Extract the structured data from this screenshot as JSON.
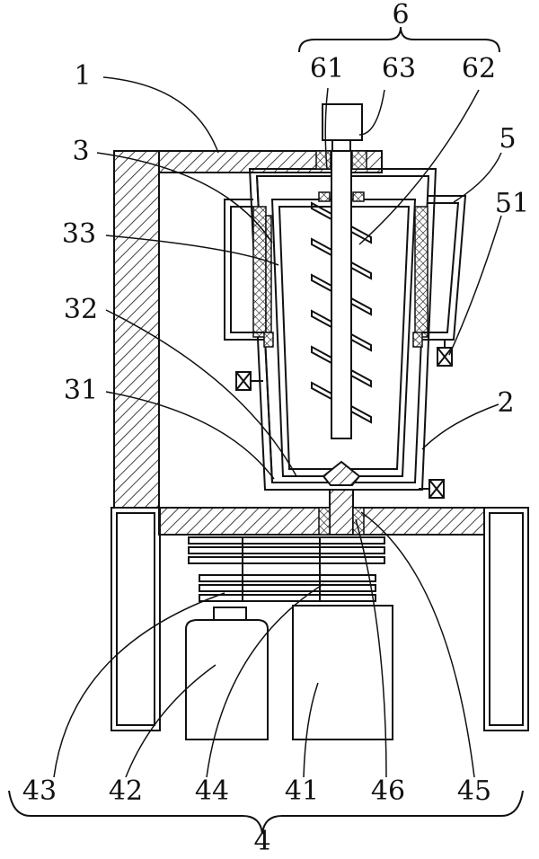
{
  "labels": {
    "l1": "1",
    "l2": "2",
    "l3": "3",
    "l4": "4",
    "l5": "5",
    "l6": "6",
    "l31": "31",
    "l32": "32",
    "l33": "33",
    "l41": "41",
    "l42": "42",
    "l43": "43",
    "l44": "44",
    "l45": "45",
    "l46": "46",
    "l51": "51",
    "l61": "61",
    "l62": "62",
    "l63": "63"
  }
}
